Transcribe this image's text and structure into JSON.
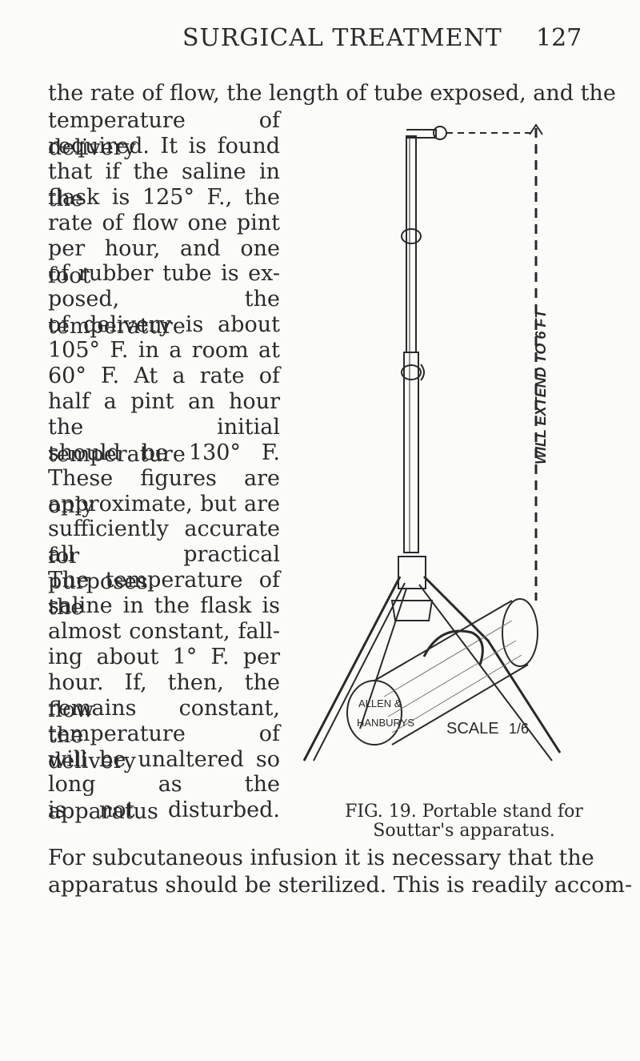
{
  "header": {
    "running_head": "SURGICAL TREATMENT",
    "page_number": "127"
  },
  "body": {
    "first_line": "the rate of flow, the length of tube exposed, and the",
    "wrapped_lines": [
      "temperature of delivery",
      "required. It is found",
      "that if the saline in the",
      "flask is 125° F., the",
      "rate of flow one pint",
      "per hour, and one foot",
      "of rubber tube is ex-",
      "posed, the temperature",
      "of delivery is about",
      "105° F. in a room at",
      "60° F. At a rate of",
      "half a pint an hour",
      "the initial temperature",
      "should be 130° F.",
      "These figures are only",
      "approximate, but are",
      "sufficiently accurate for",
      "all practical purposes.",
      "The temperature of the",
      "saline in the flask is",
      "almost constant, fall-",
      "ing about 1° F. per",
      "hour. If, then, the flow",
      "remains constant, the",
      "temperature of delivery",
      "will be unaltered so",
      "long as the apparatus",
      "is not disturbed."
    ],
    "closing_lines": [
      "For subcutaneous infusion it is necessary that the",
      "apparatus should be sterilized. This is readily accom-"
    ]
  },
  "figure": {
    "vertical_label": "WILL EXTEND TO 6 FT",
    "flask_label_top": "ALLEN &",
    "flask_label_bottom": "HANBURYS",
    "scale_label": "SCALE",
    "scale_value": "1/6",
    "caption_line1": "FIG. 19. Portable stand for",
    "caption_line2": "Souttar's apparatus."
  }
}
